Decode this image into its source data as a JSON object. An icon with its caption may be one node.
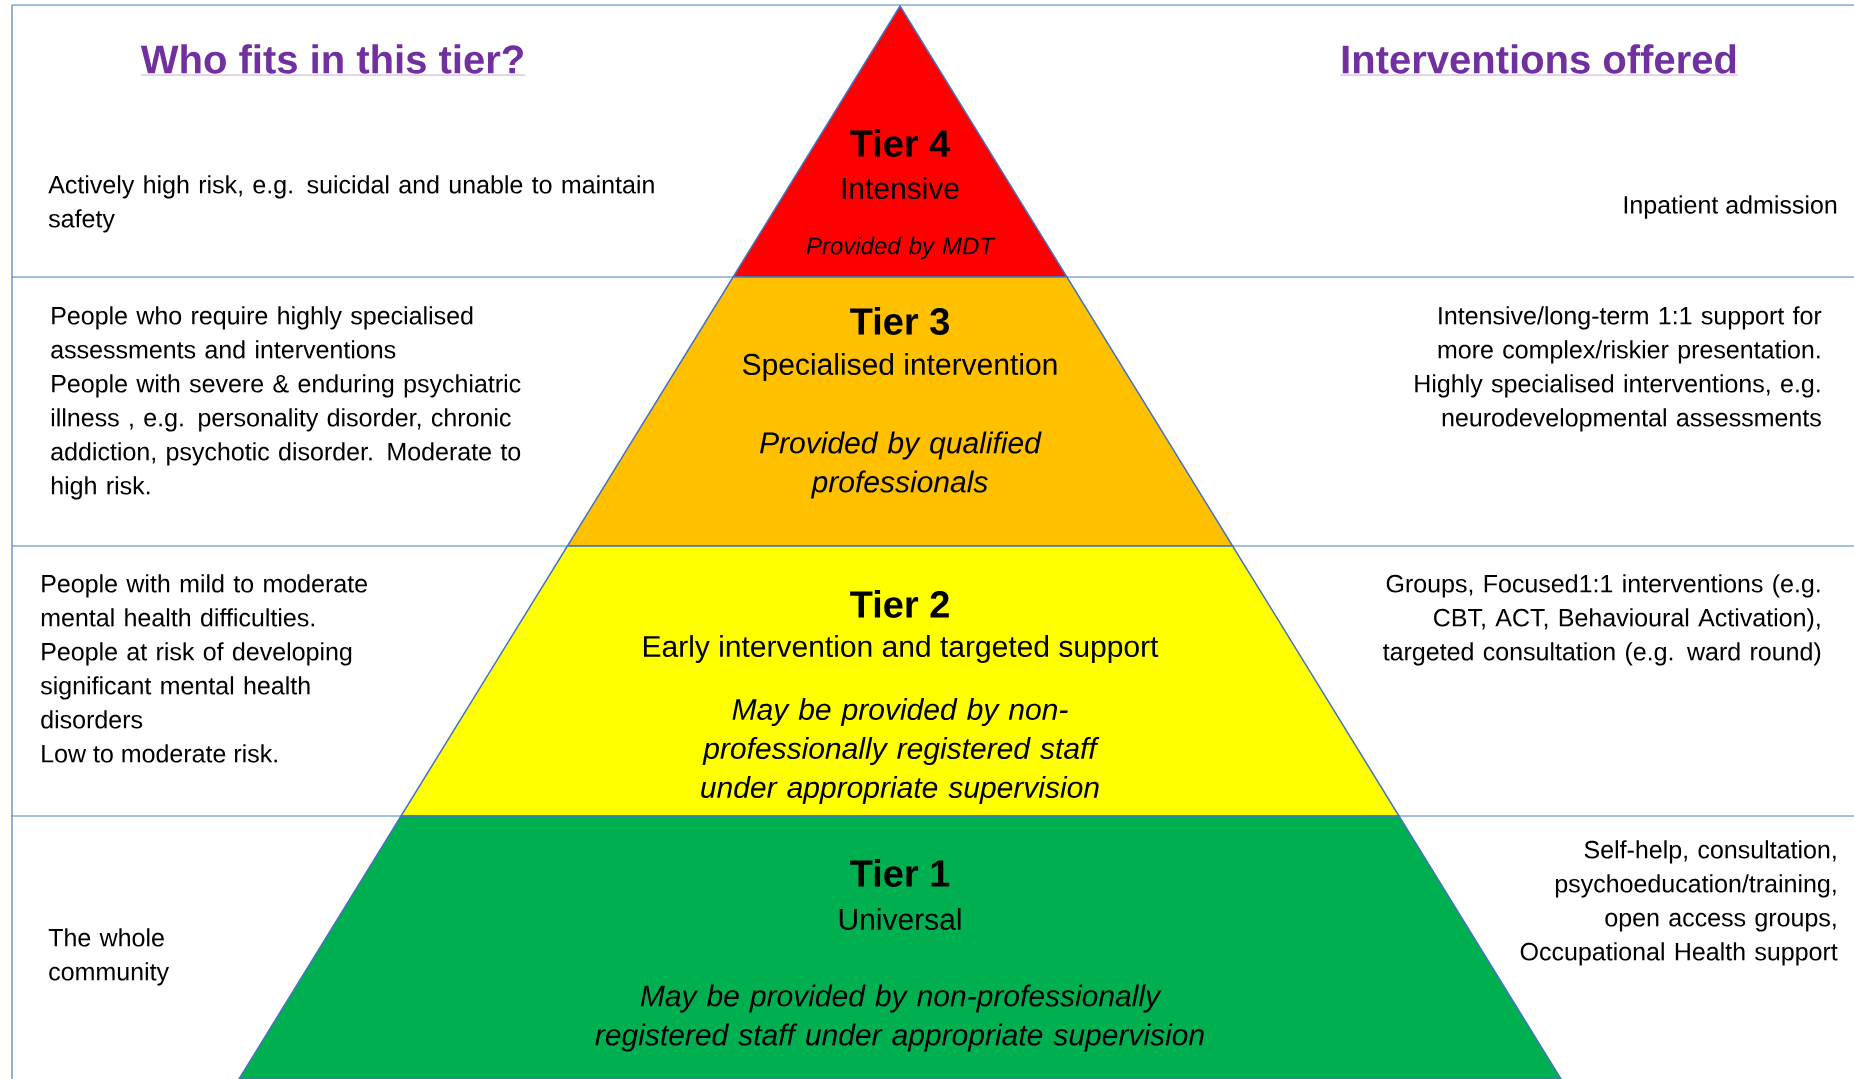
{
  "diagram": {
    "nodes": [
      {
        "text": [
          "Tier 4",
          "Intensive",
          "Provided by MDT"
        ]
      },
      {
        "text": [
          "Tier 3",
          "Specialised intervention",
          "Provided by qualified professionals"
        ]
      },
      {
        "text": [
          "Tier 2",
          "Early intervention and targeted support",
          "May be provided by non-professionally registered staff under appropriate supervision"
        ]
      },
      {
        "text": [
          "Tier 1",
          "Universal",
          "May be provided by non-professionally registered staff under appropriate supervision"
        ]
      }
    ],
    "labels": [
      "Who fits in this tier?",
      "Interventions offered",
      "Actively high risk, e.g. suicidal and unable to maintain safety",
      "Inpatient admission",
      "People who require highly specialised assessments and interventions",
      "People with severe & enduring psychiatric illness , e.g. personality disorder, chronic addiction, psychotic disorder. Moderate to high risk.",
      "Intensive/long-term 1:1 support for more complex/riskier presentation. Highly specialised interventions, e.g. neurodevelopmental assessments",
      "People with mild to moderate mental health difficulties.",
      "People at risk of developing significant mental health disorders",
      "Low to moderate risk.",
      "Groups, Focused1:1 interventions (e.g. CBT, ACT, Behavioural Activation), targeted consultation (e.g. ward round)",
      "The whole community",
      "Self-help, consultation, psychoeducation/training, open access groups, Occupational Health support"
    ]
  }
}
